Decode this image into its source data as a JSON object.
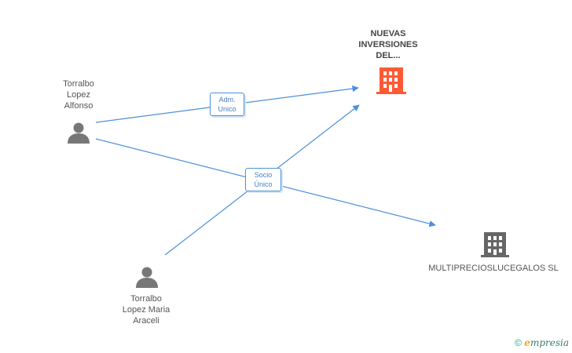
{
  "nodes": {
    "company_main": {
      "label_lines": [
        "NUEVAS",
        "INVERSIONES",
        "DEL..."
      ],
      "color": "#ff5a36"
    },
    "company_other": {
      "label_lines": [
        "MULTIPRECIOSLUCEGALOS SL"
      ],
      "color": "#666666"
    },
    "person_alfonso": {
      "label_lines": [
        "Torralbo",
        "Lopez",
        "Alfonso"
      ],
      "color": "#777777"
    },
    "person_araceli": {
      "label_lines": [
        "Torralbo",
        "Lopez Maria",
        "Araceli"
      ],
      "color": "#777777"
    }
  },
  "edges": {
    "adm_unico": {
      "line1": "Adm.",
      "line2": "Unico"
    },
    "socio_unico": {
      "line1": "Socio",
      "line2": "Único"
    }
  },
  "edge_color": "#4a90d9",
  "footer": {
    "copyright": "©",
    "brand_initial": "e",
    "brand_rest": "mpresia"
  }
}
